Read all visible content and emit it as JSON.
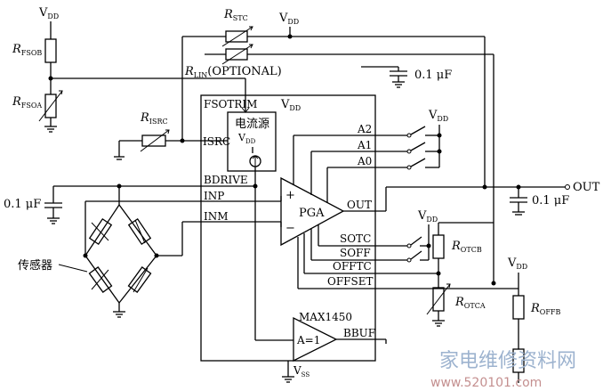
{
  "power": {
    "vdd": "V",
    "vdd_sub": "DD",
    "vss": "V",
    "vss_sub": "SS"
  },
  "chip": {
    "name": "MAX1450",
    "fsotrim": "FSOTRIM",
    "current_source": "电流源"
  },
  "pins": {
    "isrc": "ISRC",
    "bdrive": "BDRIVE",
    "inp": "INP",
    "inm": "INM",
    "a2": "A2",
    "a1": "A1",
    "a0": "A0",
    "out": "OUT",
    "sotc": "SOTC",
    "soff": "SOFF",
    "offtc": "OFFTC",
    "offset": "OFFSET",
    "bbuf": "BBUF"
  },
  "blocks": {
    "pga": "PGA",
    "buffer": "A=1",
    "plus": "+",
    "minus": "−"
  },
  "resistors": {
    "rfsob": {
      "main": "R",
      "sub": "FSOB"
    },
    "rfsoa": {
      "main": "R",
      "sub": "FSOA"
    },
    "rstc": {
      "main": "R",
      "sub": "STC"
    },
    "rlin": {
      "main": "R",
      "sub": "LIN",
      "suffix": "(OPTIONAL)"
    },
    "risrc": {
      "main": "R",
      "sub": "ISRC"
    },
    "rotcb": {
      "main": "R",
      "sub": "OTCB"
    },
    "rotca": {
      "main": "R",
      "sub": "OTCA"
    },
    "roffb": {
      "main": "R",
      "sub": "OFFB"
    }
  },
  "capacitors": {
    "c_top": "0.1 μF",
    "c_left": "0.1 μF",
    "c_out": "0.1 μF"
  },
  "labels": {
    "out_terminal": "OUT",
    "sensor": "传感器"
  },
  "watermark": {
    "cn": "家电维修资料网",
    "url": "www.520101.com"
  }
}
